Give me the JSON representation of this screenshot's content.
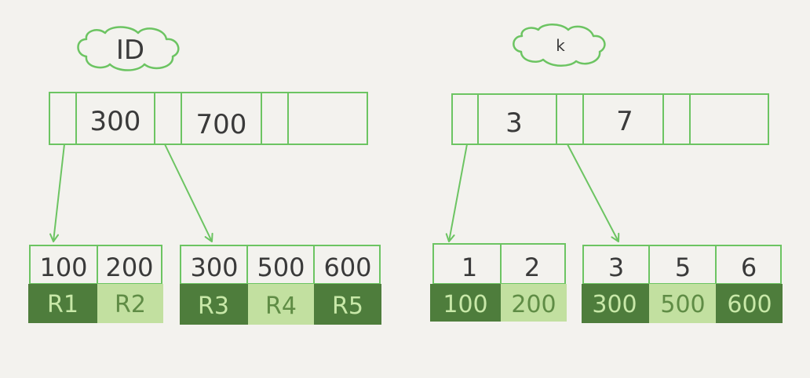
{
  "trees": [
    {
      "title": "ID",
      "root": [
        "300",
        "700"
      ],
      "leaves": [
        {
          "keys": [
            "100",
            "200"
          ],
          "values": [
            "R1",
            "R2"
          ]
        },
        {
          "keys": [
            "300",
            "500",
            "600"
          ],
          "values": [
            "R3",
            "R4",
            "R5"
          ]
        }
      ]
    },
    {
      "title": "k",
      "root": [
        "3",
        "7"
      ],
      "leaves": [
        {
          "keys": [
            "1",
            "2"
          ],
          "values": [
            "100",
            "200"
          ]
        },
        {
          "keys": [
            "3",
            "5",
            "6"
          ],
          "values": [
            "300",
            "500",
            "600"
          ]
        }
      ]
    }
  ],
  "colors": {
    "background": "#f3f2ee",
    "stroke": "#6cc462",
    "dark_green": "#4e7d3c",
    "light_green": "#c2e0a0",
    "dark_text": "#c8e8a8",
    "light_text": "#5f8c45",
    "key_text": "#3a3a3a"
  }
}
